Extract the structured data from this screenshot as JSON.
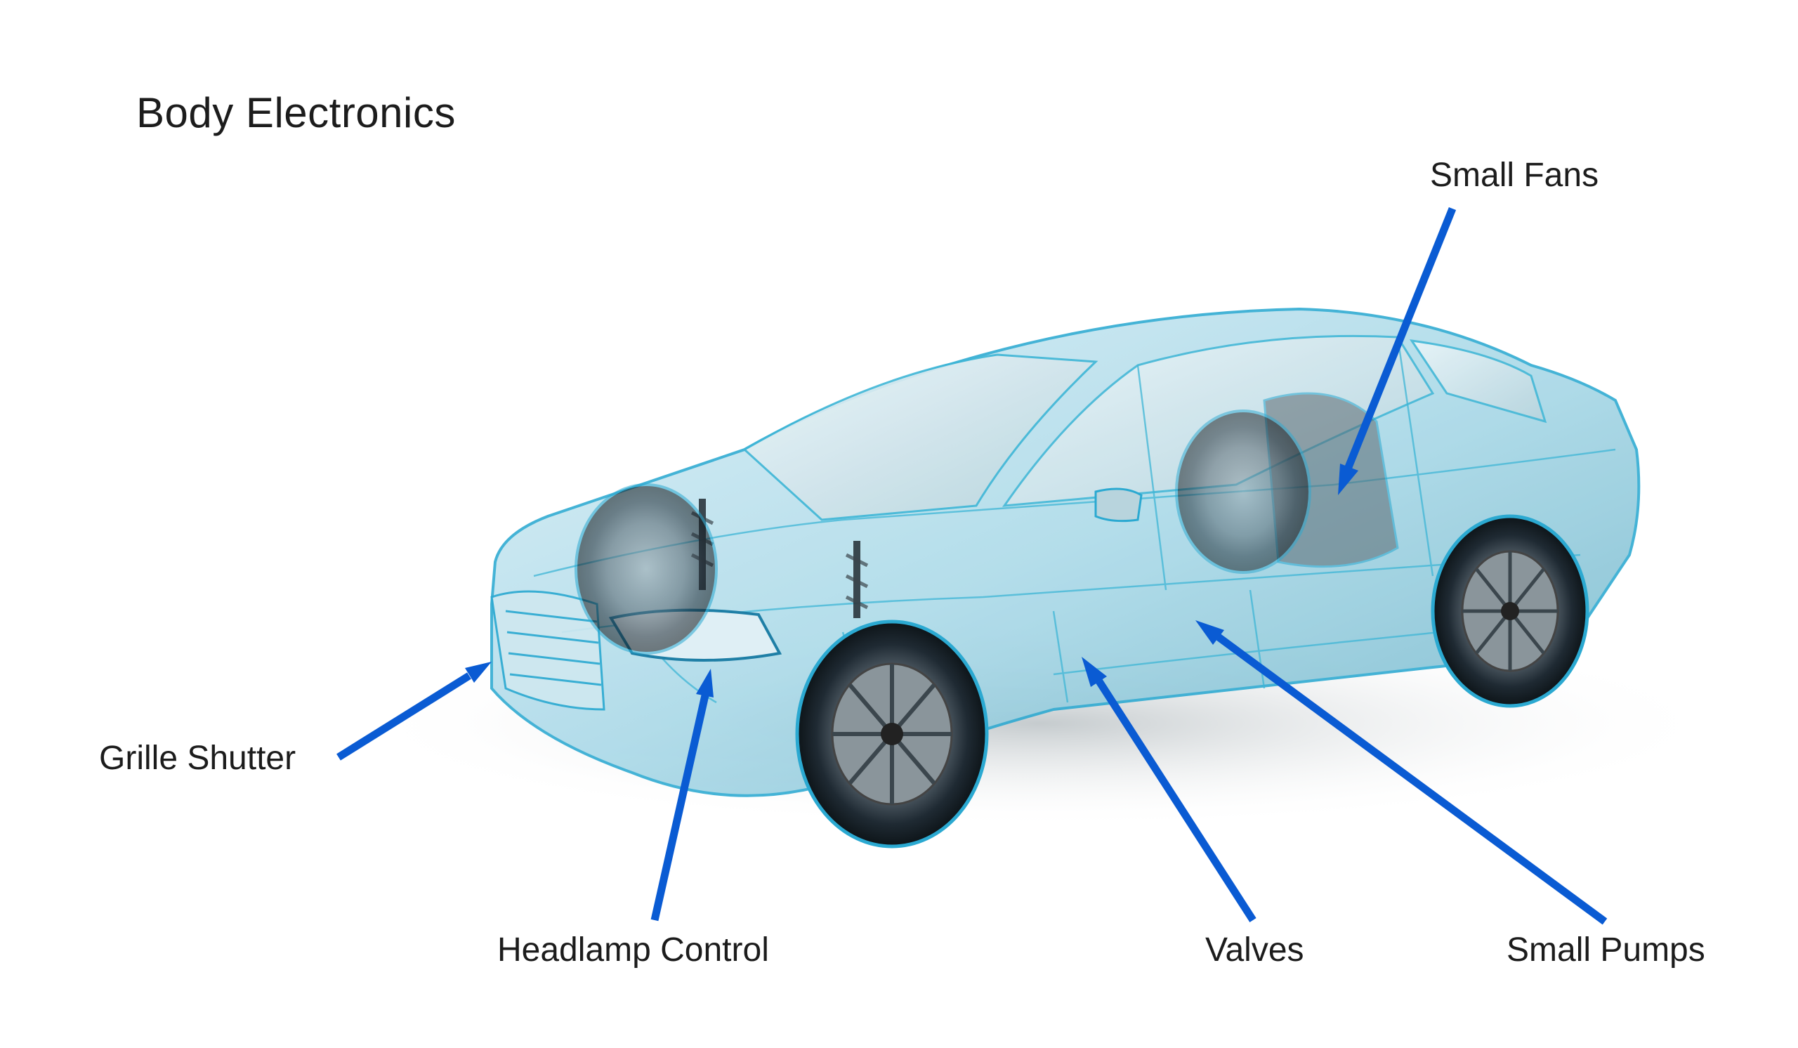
{
  "title": "Body Electronics",
  "accent_color": "#0a5bd3",
  "car_tint": "#3fb6d6",
  "labels": {
    "small_fans": "Small Fans",
    "grille_shutter": "Grille Shutter",
    "headlamp_control": "Headlamp Control",
    "valves": "Valves",
    "small_pumps": "Small Pumps"
  }
}
